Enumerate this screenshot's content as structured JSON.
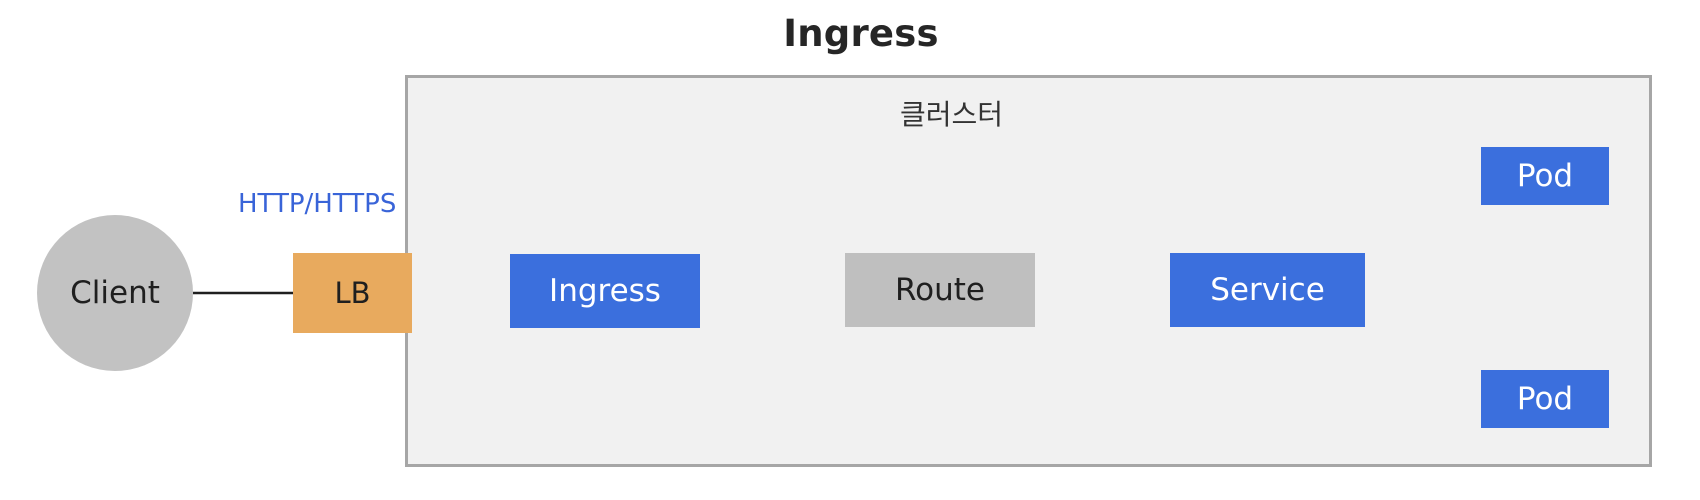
{
  "diagram": {
    "title": "Ingress",
    "cluster_label": "클러스터",
    "colors": {
      "primary_blue": "#3b6fdd",
      "gray_node": "#bfbfbf",
      "client_gray": "#c2c2c2",
      "lb_orange": "#e8aa5e",
      "cluster_fill": "#f1f1f1",
      "cluster_border": "#a6a6a6",
      "edge_label_blue": "#3964d8",
      "line_dark": "#1f1f1f",
      "title_dark": "#262626",
      "white_text": "#ffffff"
    },
    "nodes": {
      "client": {
        "label": "Client",
        "shape": "circle",
        "fill": "#c2c2c2"
      },
      "lb": {
        "label": "LB",
        "shape": "rect",
        "fill": "#e8aa5e"
      },
      "ingress": {
        "label": "Ingress",
        "shape": "rect",
        "fill": "#3b6fdd"
      },
      "route": {
        "label": "Route",
        "shape": "rect",
        "fill": "#bfbfbf"
      },
      "service": {
        "label": "Service",
        "shape": "rect",
        "fill": "#3b6fdd"
      },
      "pod_top": {
        "label": "Pod",
        "shape": "rect",
        "fill": "#3b6fdd"
      },
      "pod_bottom": {
        "label": "Pod",
        "shape": "rect",
        "fill": "#3b6fdd"
      }
    },
    "edges": [
      {
        "from": "client",
        "to": "lb",
        "label": "HTTP/HTTPS",
        "style": "solid",
        "arrow": false
      },
      {
        "from": "lb",
        "to": "ingress",
        "label": "",
        "style": "solid",
        "arrow": true
      },
      {
        "from": "ingress",
        "to": "route",
        "label": "",
        "style": "solid",
        "arrow": true
      },
      {
        "from": "route",
        "to": "service",
        "label": "",
        "style": "solid",
        "arrow": true
      },
      {
        "from": "service",
        "to": "pod_top",
        "label": "",
        "style": "dashed",
        "arrow": true
      },
      {
        "from": "service",
        "to": "pod_bottom",
        "label": "",
        "style": "dashed",
        "arrow": true
      }
    ]
  }
}
